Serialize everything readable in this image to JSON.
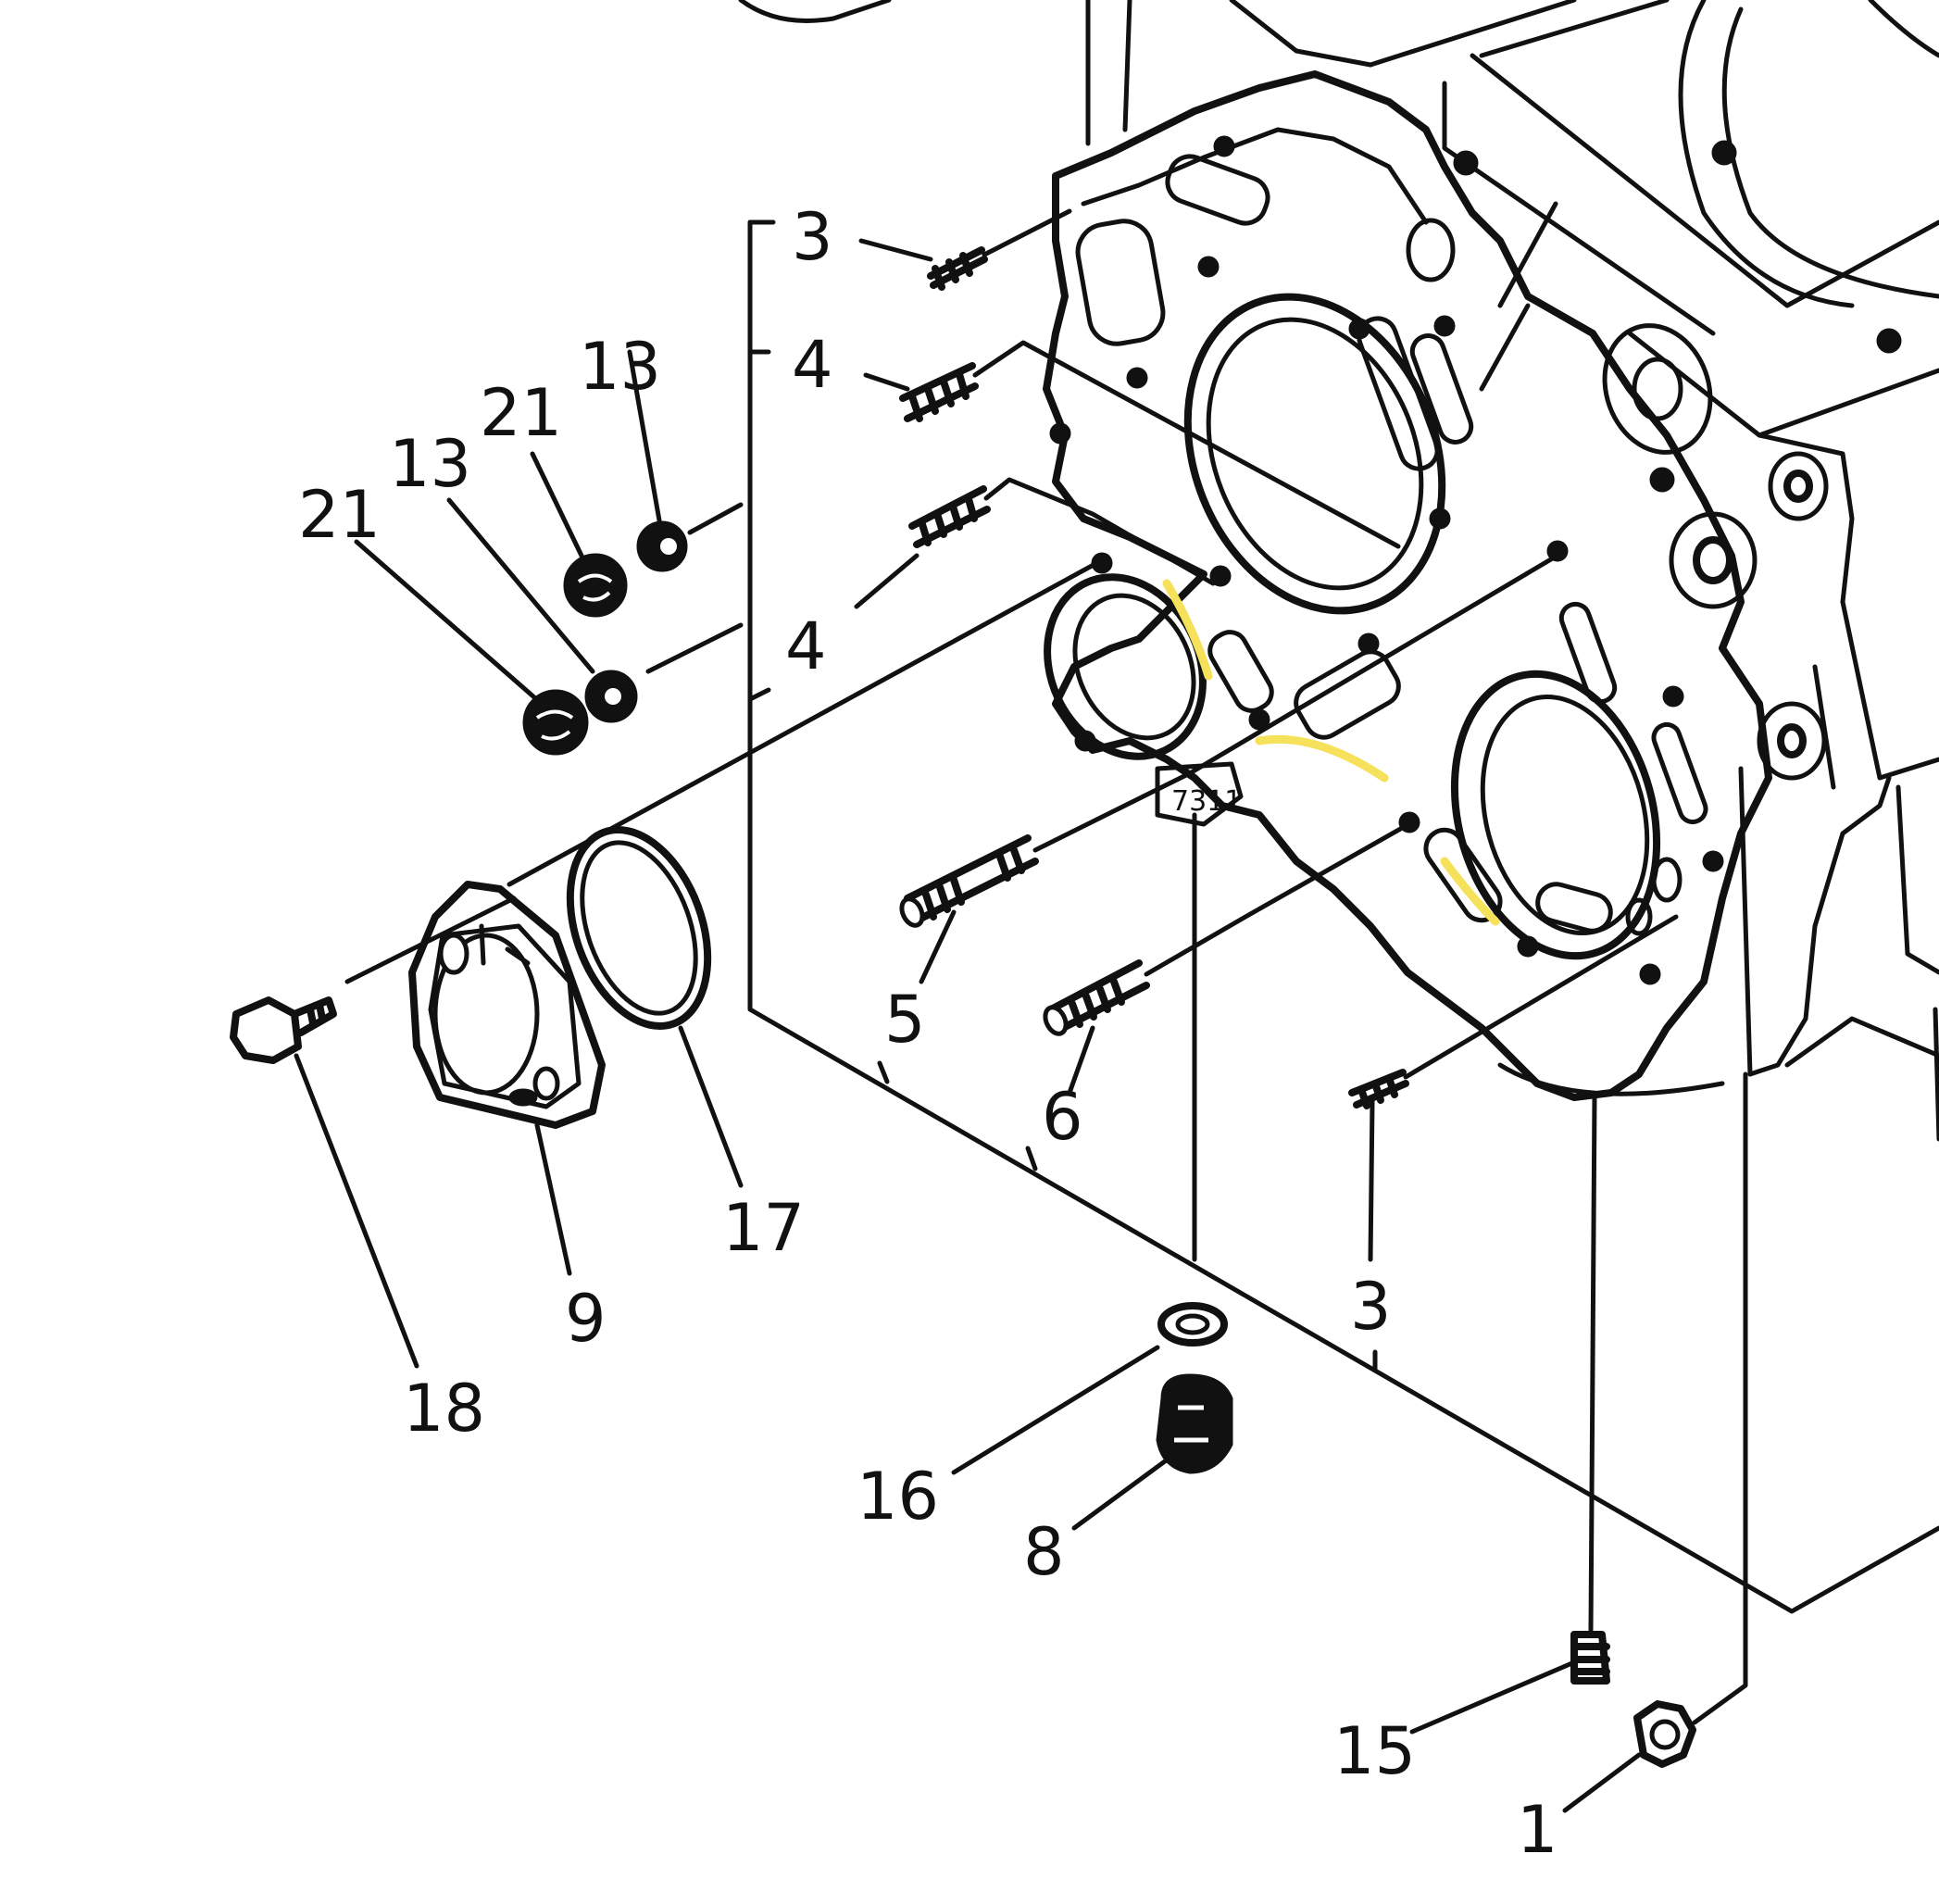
{
  "diagram": {
    "part_numbers": {
      "p1": "1",
      "p3_top": "3",
      "p3_bottom": "3",
      "p4_upper": "4",
      "p4_lower": "4",
      "p5": "5",
      "p6": "6",
      "p8": "8",
      "p9": "9",
      "p13_a": "13",
      "p13_b": "13",
      "p15": "15",
      "p16": "16",
      "p17": "17",
      "p18": "18",
      "p21_a": "21",
      "p21_b": "21"
    },
    "casting_mark": "7311",
    "colors": {
      "ink": "#111111",
      "paper": "#ffffff",
      "highlight": "#f5e15a"
    }
  }
}
